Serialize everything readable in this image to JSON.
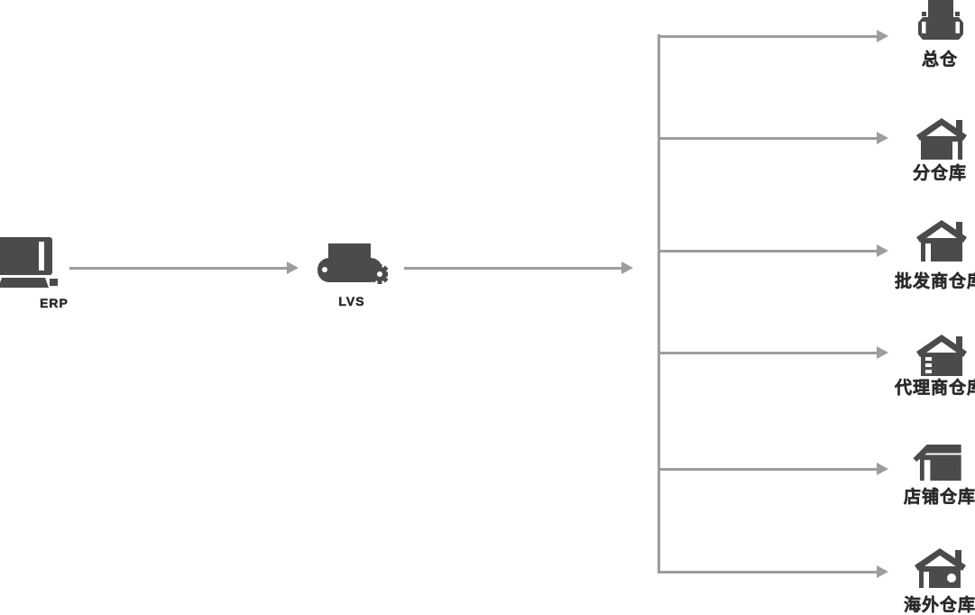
{
  "diagram": {
    "source": {
      "label": "ERP"
    },
    "hub": {
      "label": "LVS"
    },
    "targets": [
      {
        "label": "总仓"
      },
      {
        "label": "分仓库"
      },
      {
        "label": "批发商仓库"
      },
      {
        "label": "代理商仓库"
      },
      {
        "label": "店铺仓库"
      },
      {
        "label": "海外仓库"
      }
    ],
    "colors": {
      "icon": "#4b4b4b",
      "arrow": "#9d9d9d",
      "label": "#2b2b2b"
    }
  }
}
